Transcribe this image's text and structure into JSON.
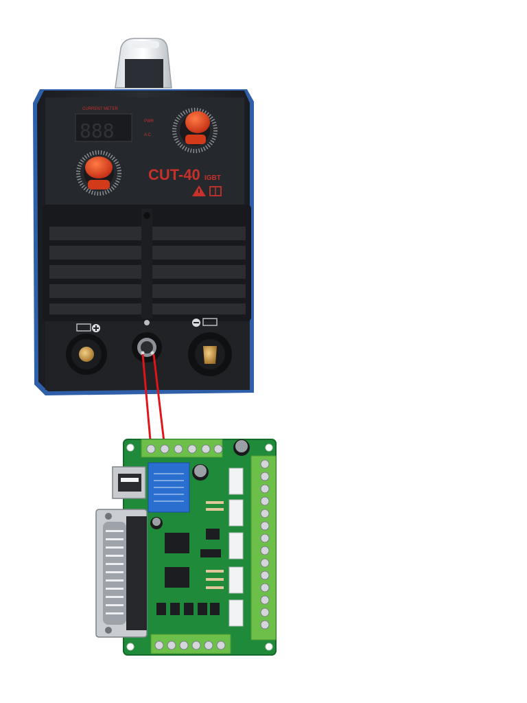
{
  "product": {
    "model_label": "CUT-40",
    "model_suffix": "IGBT",
    "meter_label": "CURRENT METER",
    "display_digits": "888",
    "unit_label_top": "PWR",
    "unit_label_bottom": "A.C"
  },
  "colors": {
    "cabinet": "#1f2126",
    "cabinet_trim": "#2f5fa8",
    "panel_text": "#c8312a",
    "knob": "#e2421f",
    "pcb": "#1f8a3a",
    "terminal": "#6cc04a",
    "wire": "#e0151a",
    "relay": "#2a6fd0"
  },
  "icons": {
    "warning": "warning-icon",
    "manual": "manual-book-icon",
    "plus": "plus-icon",
    "minus": "minus-icon"
  }
}
